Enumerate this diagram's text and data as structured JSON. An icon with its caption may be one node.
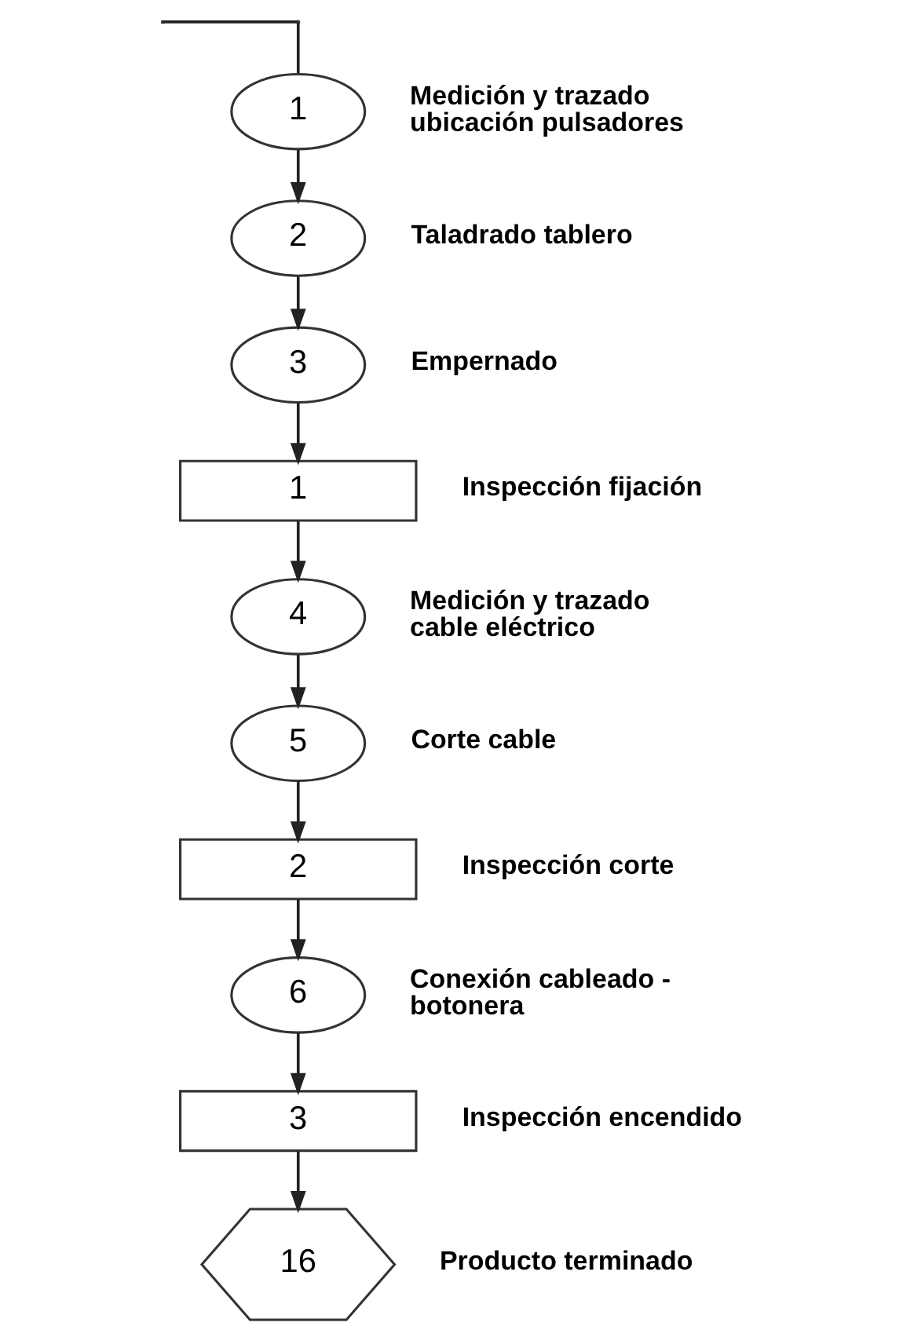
{
  "diagram": {
    "nodes": [
      {
        "text": [
          "1"
        ],
        "beside": [
          "Medición y trazado ubicación pulsadores"
        ]
      },
      {
        "text": [
          "2"
        ],
        "beside": [
          "Taladrado tablero"
        ]
      },
      {
        "text": [
          "3"
        ],
        "beside": [
          "Empernado"
        ]
      },
      {
        "text": [
          "1"
        ],
        "beside": [
          "Inspección fijación"
        ]
      },
      {
        "text": [
          "4"
        ],
        "beside": [
          "Medición y trazado cable eléctrico"
        ]
      },
      {
        "text": [
          "5"
        ],
        "beside": [
          "Corte cable"
        ]
      },
      {
        "text": [
          "2"
        ],
        "beside": [
          "Inspección corte"
        ]
      },
      {
        "text": [
          "6"
        ],
        "beside": [
          "Conexión cableado - botonera"
        ]
      },
      {
        "text": [
          "3"
        ],
        "beside": [
          "Inspección encendido"
        ]
      },
      {
        "text": [
          "16"
        ],
        "beside": [
          "Producto terminado"
        ]
      }
    ],
    "edges": [
      {
        "from": null,
        "to": 0,
        "arrow": "none"
      },
      {
        "from": 0,
        "to": 1,
        "arrow": "to"
      },
      {
        "from": 1,
        "to": 2,
        "arrow": "to"
      },
      {
        "from": 2,
        "to": 3,
        "arrow": "to"
      },
      {
        "from": 3,
        "to": 4,
        "arrow": "to"
      },
      {
        "from": 4,
        "to": 5,
        "arrow": "to"
      },
      {
        "from": 5,
        "to": 6,
        "arrow": "to"
      },
      {
        "from": 6,
        "to": 7,
        "arrow": "to"
      },
      {
        "from": 7,
        "to": 8,
        "arrow": "to"
      },
      {
        "from": 8,
        "to": 9,
        "arrow": "to"
      }
    ]
  }
}
